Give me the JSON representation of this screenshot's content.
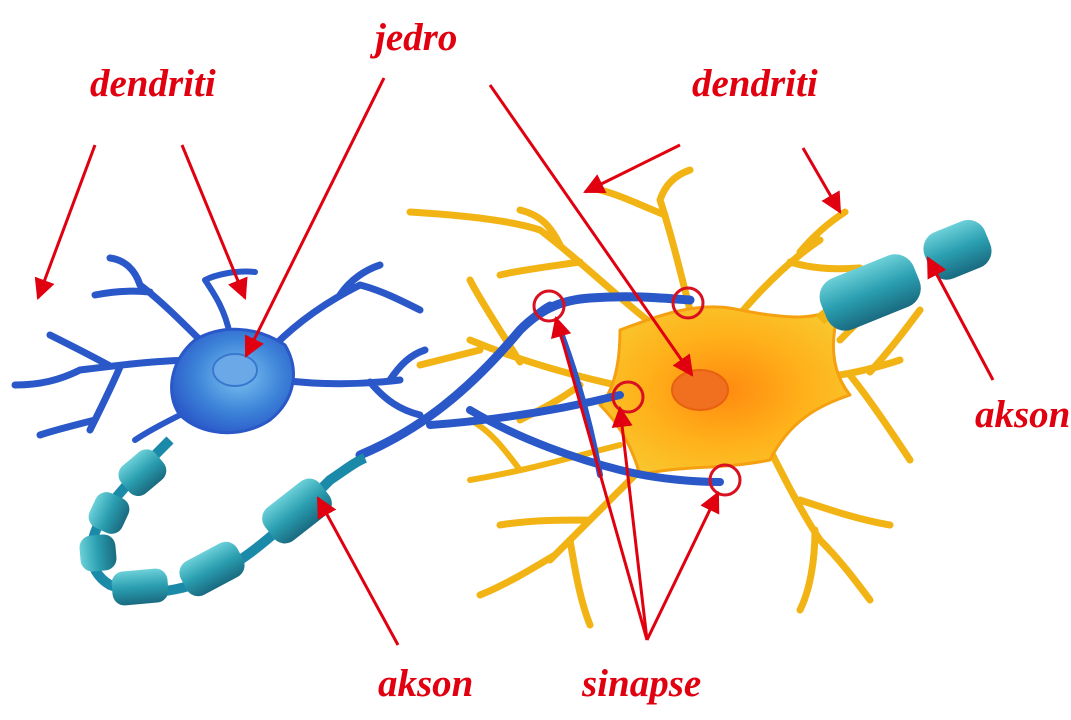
{
  "colors": {
    "label": "#e0000f",
    "neuron_left": "#2a58c8",
    "neuron_left_body": "#4a8ee0",
    "neuron_right": "#f5b414",
    "neuron_right_body": "#ffaa10",
    "myelin": "#2aa0b0",
    "synapse_circle": "#d81020"
  },
  "labels": {
    "jedro": "jedro",
    "dendriti_left": "dendriti",
    "dendriti_right": "dendriti",
    "akson_right": "akson",
    "akson_bottom": "akson",
    "sinapse": "sinapse"
  },
  "icons": {
    "arrow": "arrow-icon",
    "synapse_marker": "circle-icon"
  }
}
